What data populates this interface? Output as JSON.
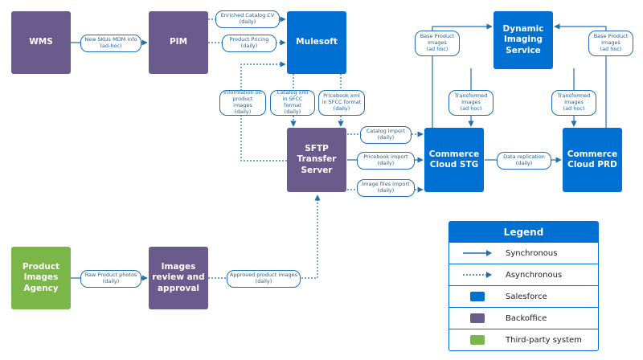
{
  "nodes": {
    "wms": "WMS",
    "pim": "PIM",
    "mulesoft": "Mulesoft",
    "dis": "Dynamic\nImaging\nService",
    "sftp": "SFTP Transfer\nServer",
    "cc_stg": "Commerce\nCloud STG",
    "cc_prd": "Commerce\nCloud PRD",
    "agency": "Product\nImages\nAgency",
    "review": "Images\nreview and\napproval"
  },
  "edges": {
    "wms_pim": "New SKUs MDM info\n(ad-hoc)",
    "enriched": "Enriched Catalog CV\n(daily)",
    "pricing": "Product Pricing\n(daily)",
    "info_images": "Information on\nproduct images\n(daily)",
    "catalog_xml": "Catalog xml\nin SFCC format\n(daily)",
    "pricebook_xml": "Pricebook xml\nin SFCC format\n(daily)",
    "catalog_import": "Catalog import\n(daily)",
    "pricebook_import": "Pricebook import\n(daily)",
    "image_files_import": "Image files import\n(daily)",
    "base_stg": "Base Product\nImages\n(ad hoc)",
    "base_prd": "Base Product\nImages\n(ad hoc)",
    "transformed_stg": "Transformed\nImages\n(ad hoc)",
    "transformed_prd": "Transformed\nImages\n(ad hoc)",
    "data_replication": "Data replication\n(daily)",
    "raw_photos": "Raw Product photos\n(daily)",
    "approved": "Approved product images\n(daily)"
  },
  "legend": {
    "title": "Legend",
    "items": [
      {
        "label": "Synchronous",
        "kind": "sync-arrow"
      },
      {
        "label": "Asynchronous",
        "kind": "async-arrow"
      },
      {
        "label": "Salesforce",
        "kind": "swatch",
        "color": "#0070d2"
      },
      {
        "label": "Backoffice",
        "kind": "swatch",
        "color": "#6b5b8c"
      },
      {
        "label": "Third-party system",
        "kind": "swatch",
        "color": "#7ab648"
      }
    ]
  },
  "colors": {
    "salesforce": "#0070d2",
    "backoffice": "#6b5b8c",
    "third_party": "#7ab648",
    "connector": "#1f6fb3"
  }
}
